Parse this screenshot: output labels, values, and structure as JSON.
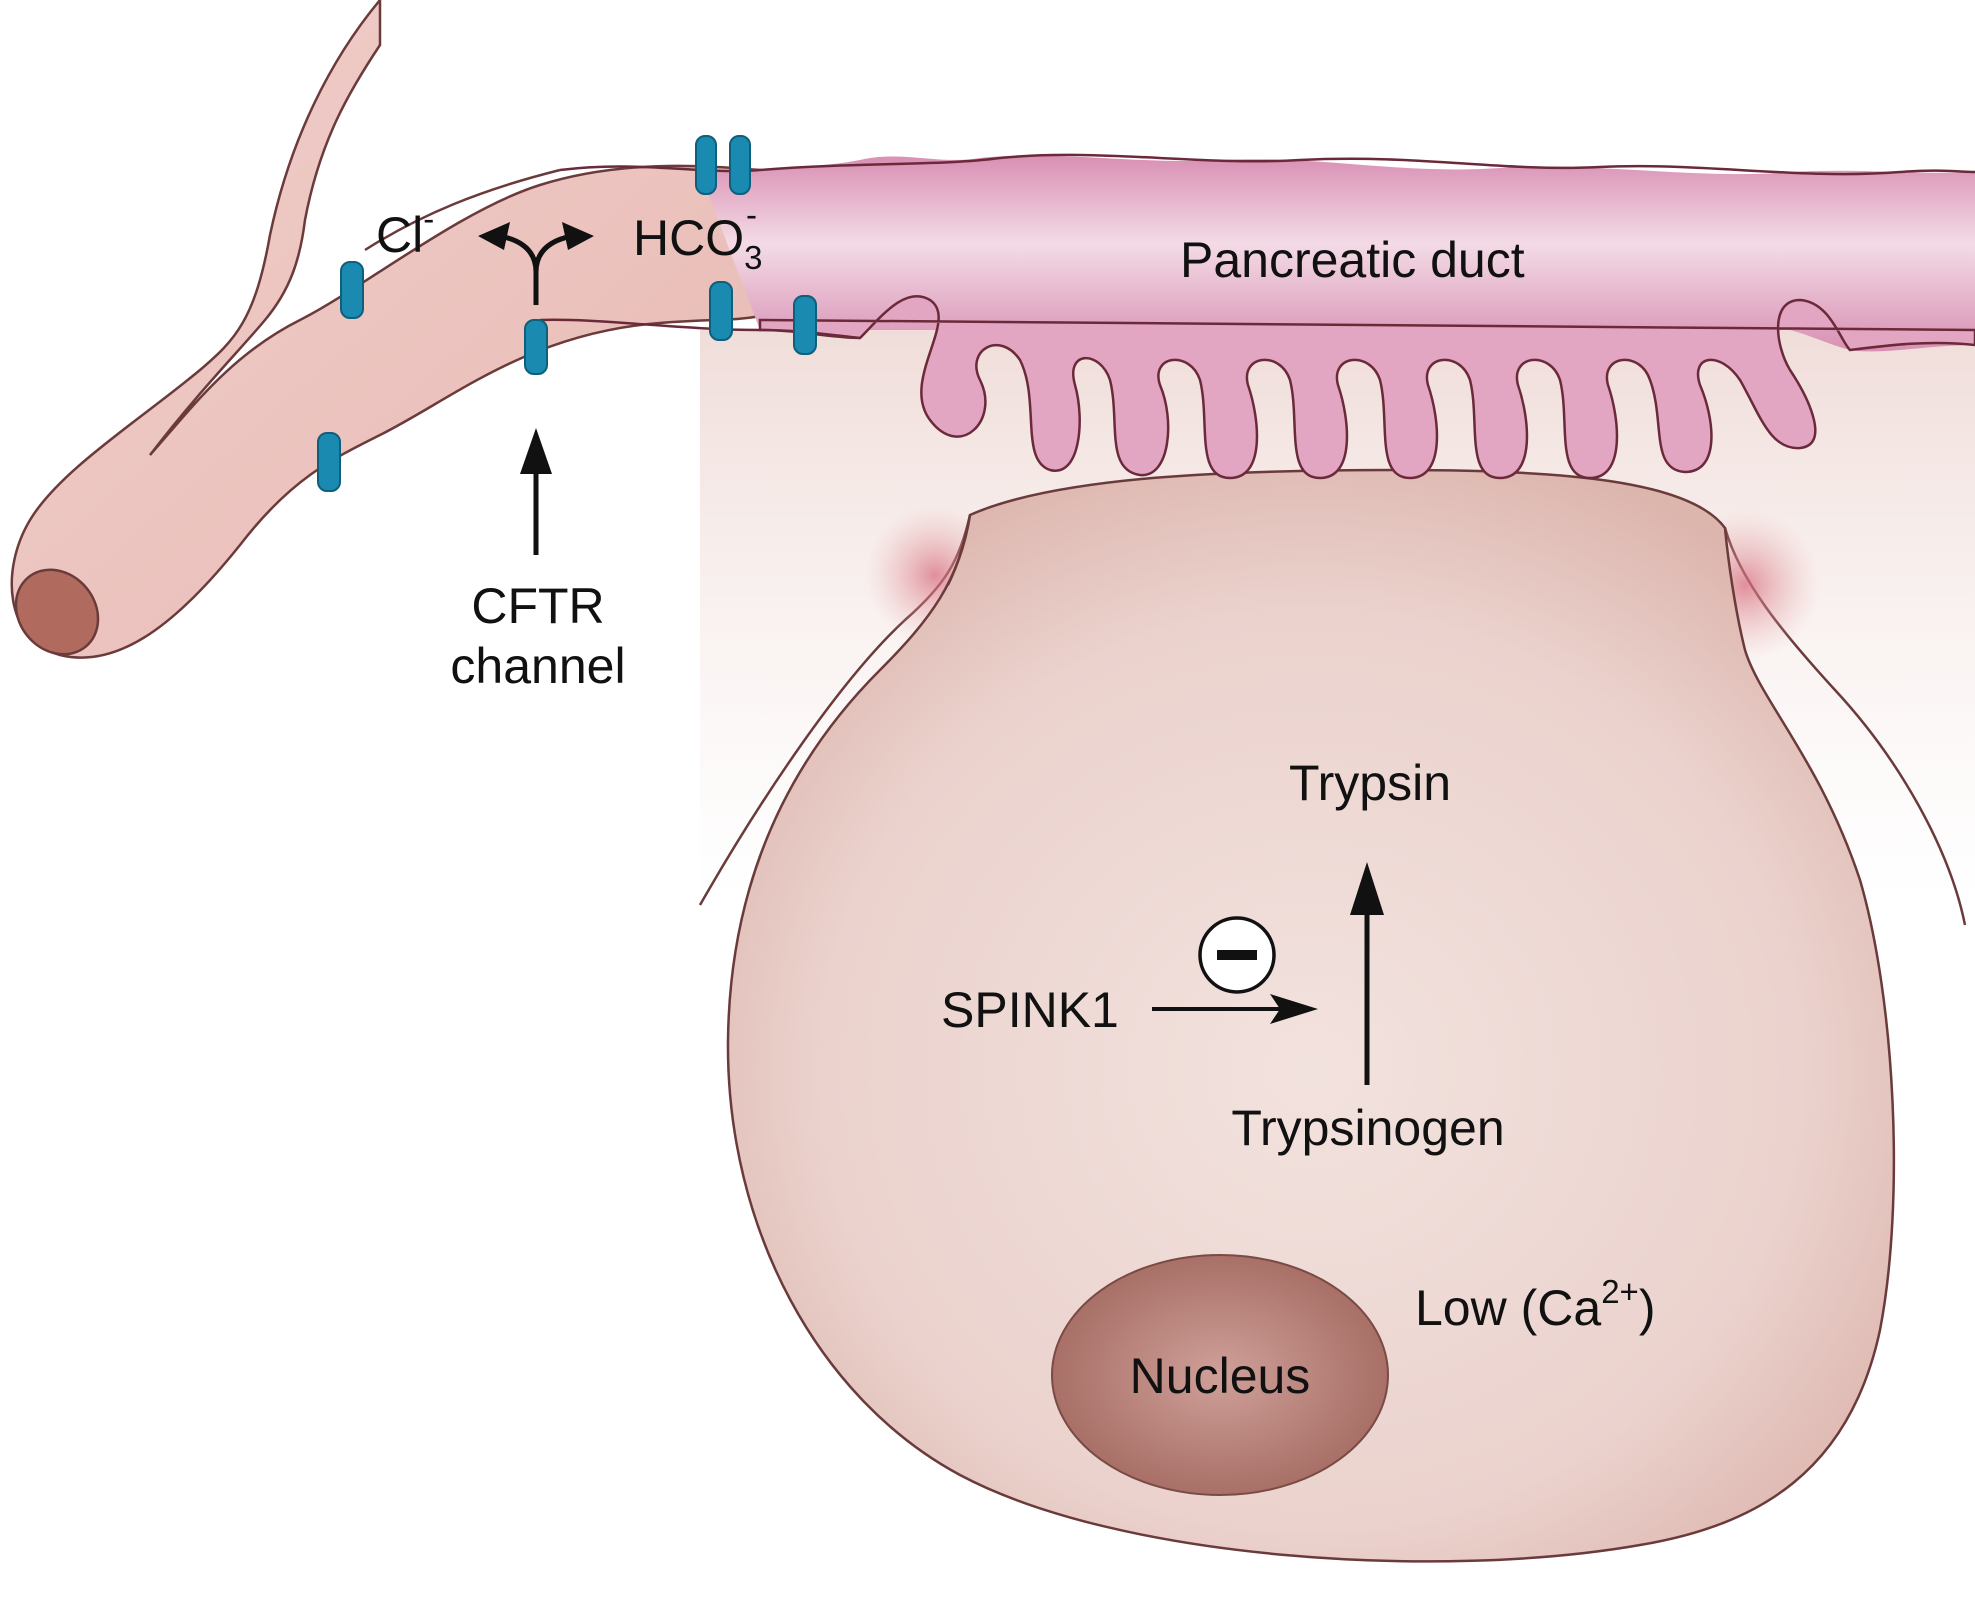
{
  "labels": {
    "chloride": "Cl",
    "chloride_charge": "-",
    "bicarbonate": "HCO",
    "bicarbonate_sub": "3",
    "bicarbonate_charge": "-",
    "duct": "Pancreatic duct",
    "cftr_line1": "CFTR",
    "cftr_line2": "channel",
    "trypsin": "Trypsin",
    "spink1": "SPINK1",
    "trypsinogen": "Trypsinogen",
    "inhibition_symbol": "−",
    "calcium_prefix": "Low (Ca",
    "calcium_charge": "2+",
    "calcium_suffix": ")",
    "nucleus": "Nucleus"
  },
  "colors": {
    "tube": "#efc5c1",
    "duct": "#e4a9c4",
    "cell": "#ecd0ca",
    "nucleus": "#b88077",
    "channel": "#1a8ab0",
    "outline": "#6b2a3a"
  }
}
